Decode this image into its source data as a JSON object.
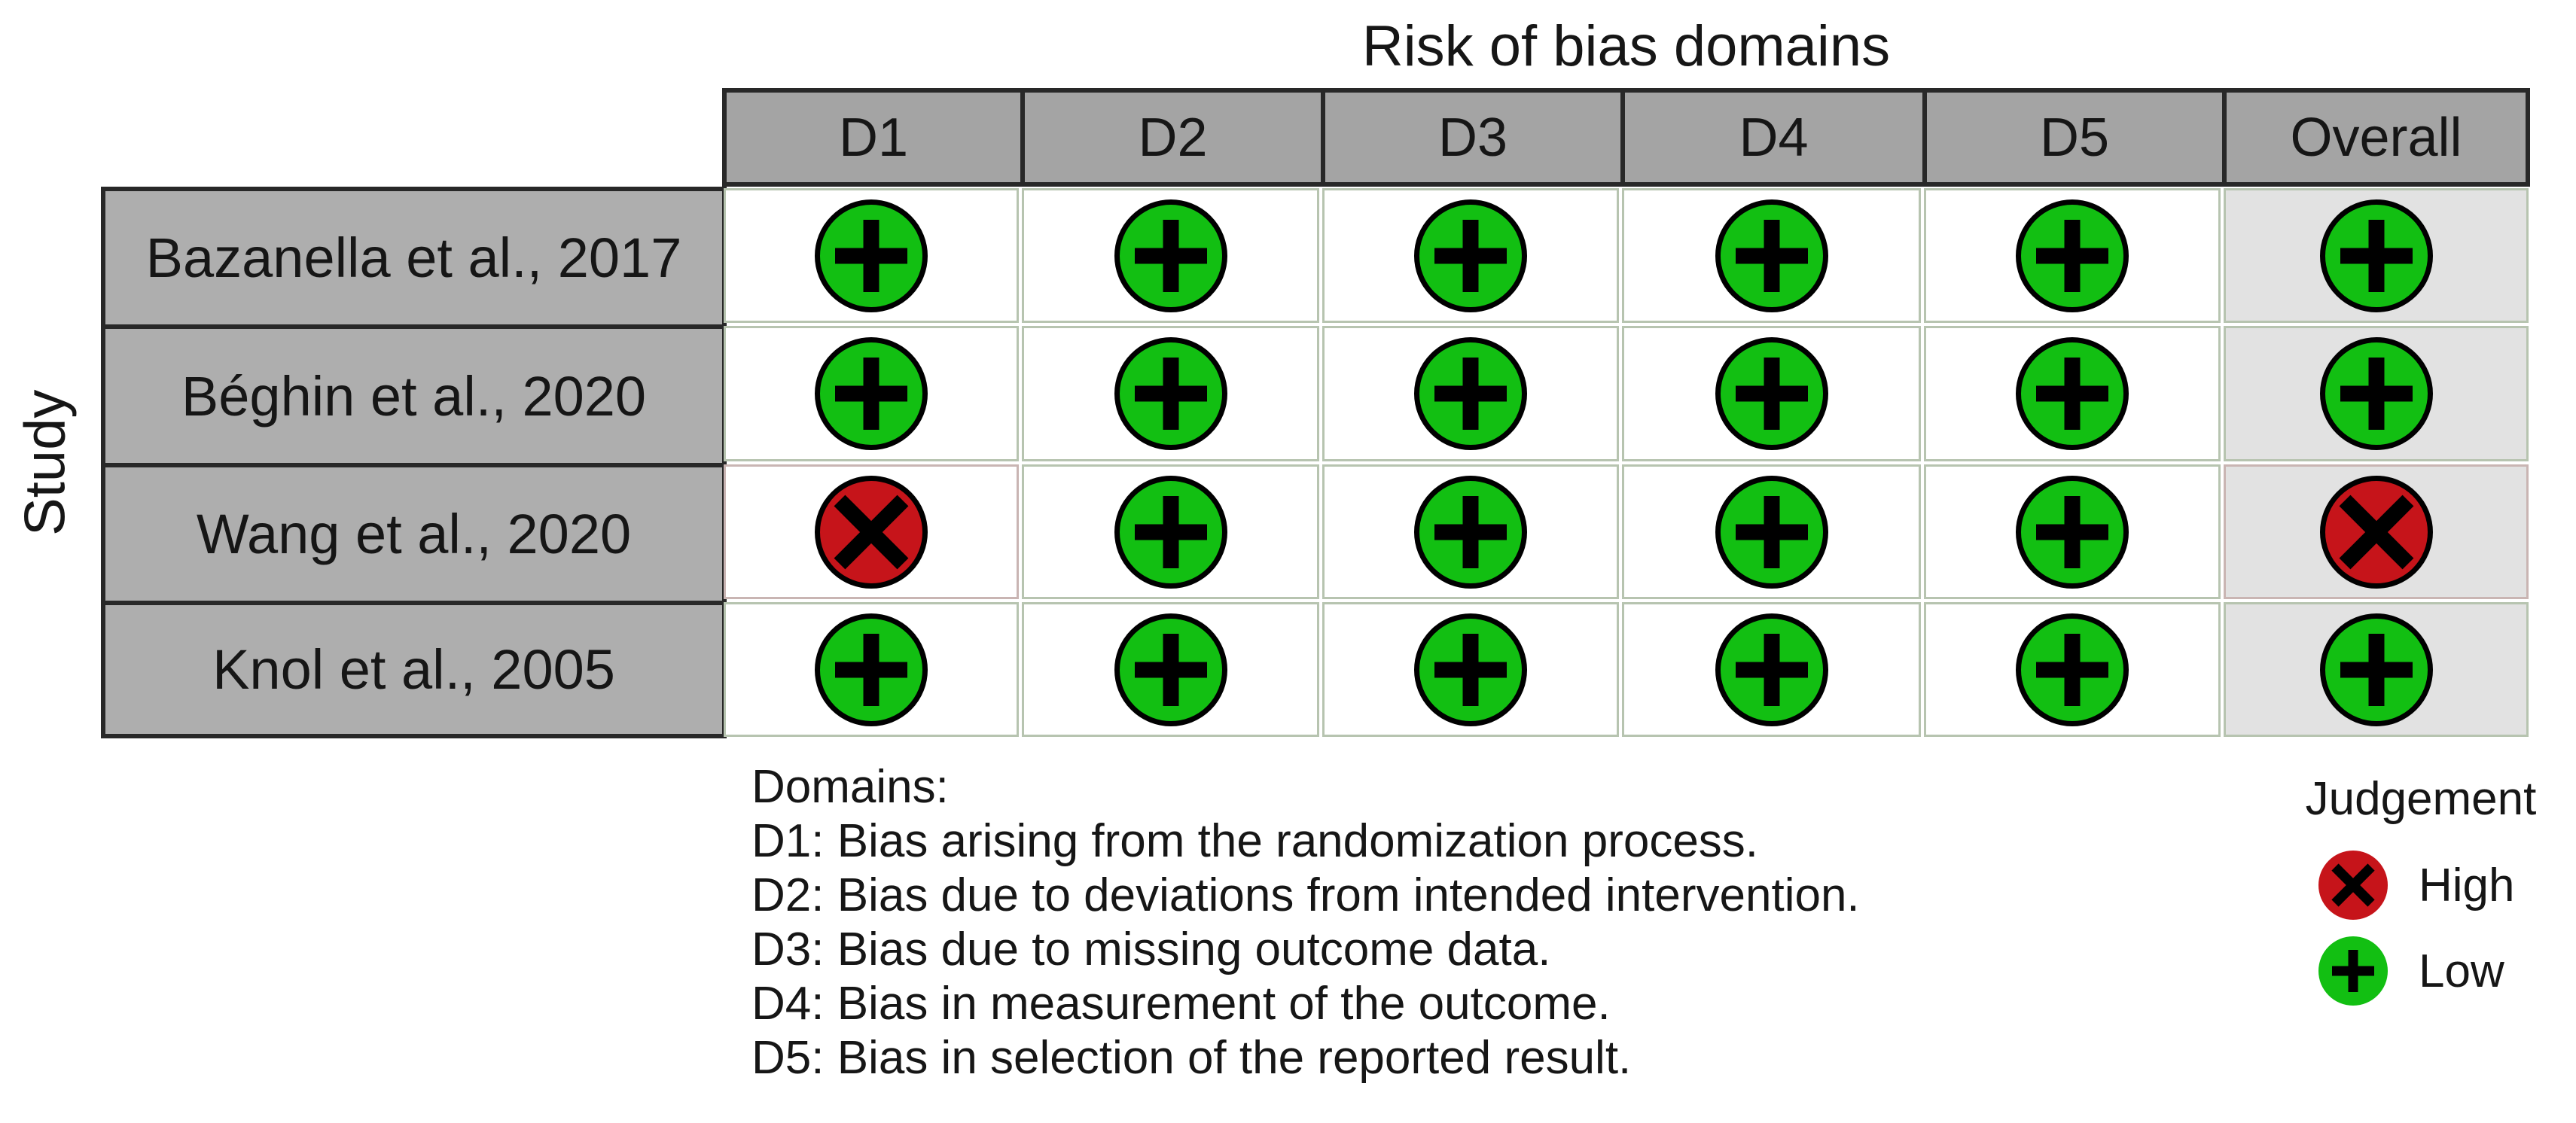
{
  "figure": {
    "title": "Risk of bias domains",
    "y_axis_label": "Study"
  },
  "chart_data": {
    "type": "table",
    "title": "Risk of bias domains",
    "columns": [
      "D1",
      "D2",
      "D3",
      "D4",
      "D5",
      "Overall"
    ],
    "rows": [
      {
        "study": "Bazanella et al., 2017",
        "judgements": [
          "low",
          "low",
          "low",
          "low",
          "low",
          "low"
        ]
      },
      {
        "study": "Béghin et al., 2020",
        "judgements": [
          "low",
          "low",
          "low",
          "low",
          "low",
          "low"
        ]
      },
      {
        "study": "Wang et al., 2020",
        "judgements": [
          "high",
          "low",
          "low",
          "low",
          "low",
          "high"
        ]
      },
      {
        "study": "Knol et al., 2005",
        "judgements": [
          "low",
          "low",
          "low",
          "low",
          "low",
          "low"
        ]
      }
    ],
    "legend_position": "bottom-right"
  },
  "symbols": {
    "low": "+",
    "high": "X"
  },
  "colors": {
    "low": "#12bf12",
    "high": "#c6141a",
    "header_bg": "#a4a4a4",
    "study_bg": "#aeaeae",
    "overall_col_bg": "#e2e2e2",
    "cell_bg": "#ffffff",
    "table_border": "#282828",
    "tint_low": "#b7c4b0",
    "tint_high": "#c9b5b3"
  },
  "domains_note": {
    "heading": "Domains:",
    "items": [
      "D1: Bias arising from the randomization process.",
      "D2: Bias due to deviations from intended intervention.",
      "D3: Bias due to missing outcome data.",
      "D4: Bias in measurement of the outcome.",
      "D5: Bias in selection of the reported result."
    ]
  },
  "legend": {
    "title": "Judgement",
    "items": [
      {
        "judgement": "high",
        "label": "High"
      },
      {
        "judgement": "low",
        "label": "Low"
      }
    ]
  }
}
